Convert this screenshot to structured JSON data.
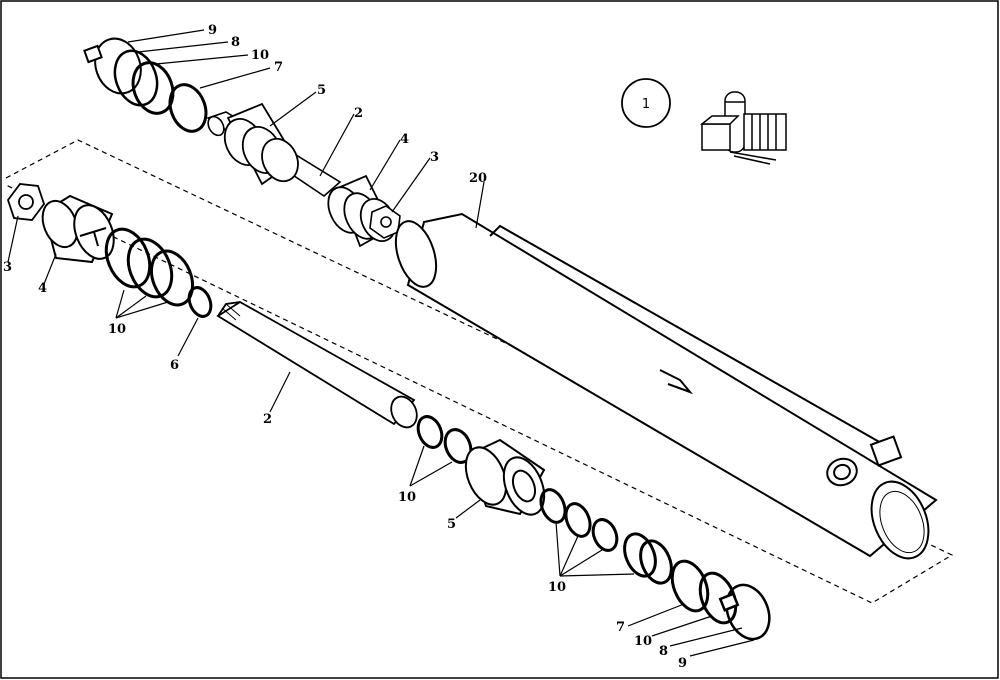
{
  "callouts": {
    "top_9": "9",
    "top_8": "8",
    "top_10": "10",
    "top_7": "7",
    "top_5": "5",
    "top_2": "2",
    "top_4": "4",
    "top_3": "3",
    "tube_20": "20",
    "left_3": "3",
    "left_4": "4",
    "left_10": "10",
    "left_6": "6",
    "rod_2": "2",
    "mid_10": "10",
    "mid_5": "5",
    "bot_10a": "10",
    "bot_7": "7",
    "bot_10b": "10",
    "bot_8": "8",
    "bot_9": "9"
  },
  "badge": {
    "label": "1"
  },
  "colors": {
    "ink": "#000000",
    "paper": "#ffffff"
  }
}
